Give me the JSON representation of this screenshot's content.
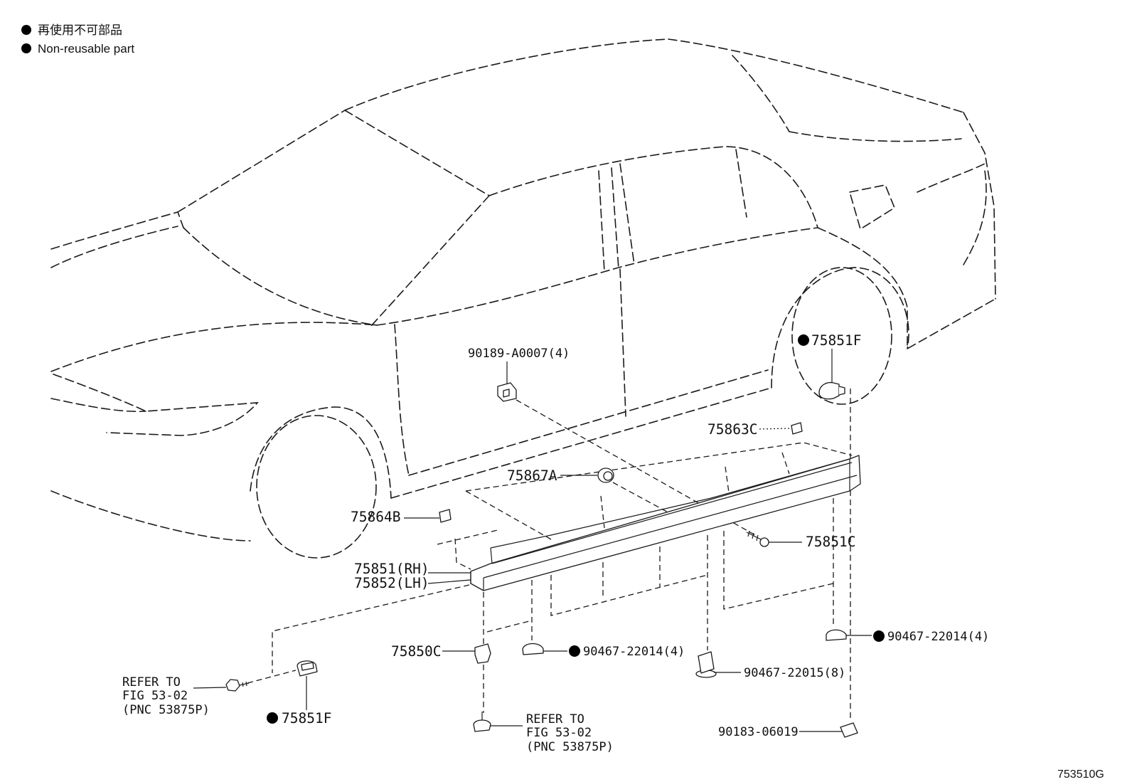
{
  "legend": {
    "marker_icon": "filled-circle",
    "items": [
      {
        "text": "再使用不可部品"
      },
      {
        "text": "Non-reusable part"
      }
    ]
  },
  "labels": [
    {
      "text": "90189-A0007(4)",
      "non_reusable": false
    },
    {
      "text": "75851F",
      "non_reusable": true
    },
    {
      "text": "75863C",
      "non_reusable": false
    },
    {
      "text": "75867A",
      "non_reusable": false
    },
    {
      "text": "75864B",
      "non_reusable": false
    },
    {
      "text": "75851C",
      "non_reusable": false
    },
    {
      "text": "75851(RH)",
      "non_reusable": false
    },
    {
      "text": "75852(LH)",
      "non_reusable": false
    },
    {
      "text": "75850C",
      "non_reusable": false
    },
    {
      "text": "90467-22014(4)",
      "non_reusable": true
    },
    {
      "text": "90467-22015(8)",
      "non_reusable": false
    },
    {
      "text": "90467-22014(4)",
      "non_reusable": true
    },
    {
      "text": "90183-06019",
      "non_reusable": false
    },
    {
      "text": "75851F",
      "non_reusable": true
    }
  ],
  "refer_notes": [
    {
      "lines": [
        "REFER TO",
        "FIG 53-02",
        "(PNC 53875P)"
      ]
    },
    {
      "lines": [
        "REFER TO",
        "FIG 53-02",
        "(PNC 53875P)"
      ]
    }
  ],
  "figure_id": "753510G"
}
